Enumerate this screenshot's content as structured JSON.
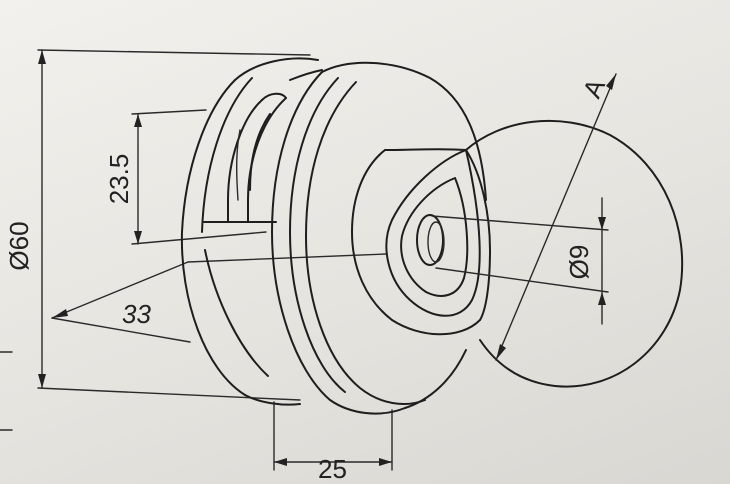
{
  "drawing": {
    "dimensions": {
      "overall_diameter": "Ø60",
      "slot_height": "23.5",
      "angle_ref": "33",
      "depth": "25",
      "bore_diameter": "Ø9",
      "view_label": "A"
    },
    "colors": {
      "paper": "#ecebe6",
      "ink": "#1e1e1e"
    }
  }
}
